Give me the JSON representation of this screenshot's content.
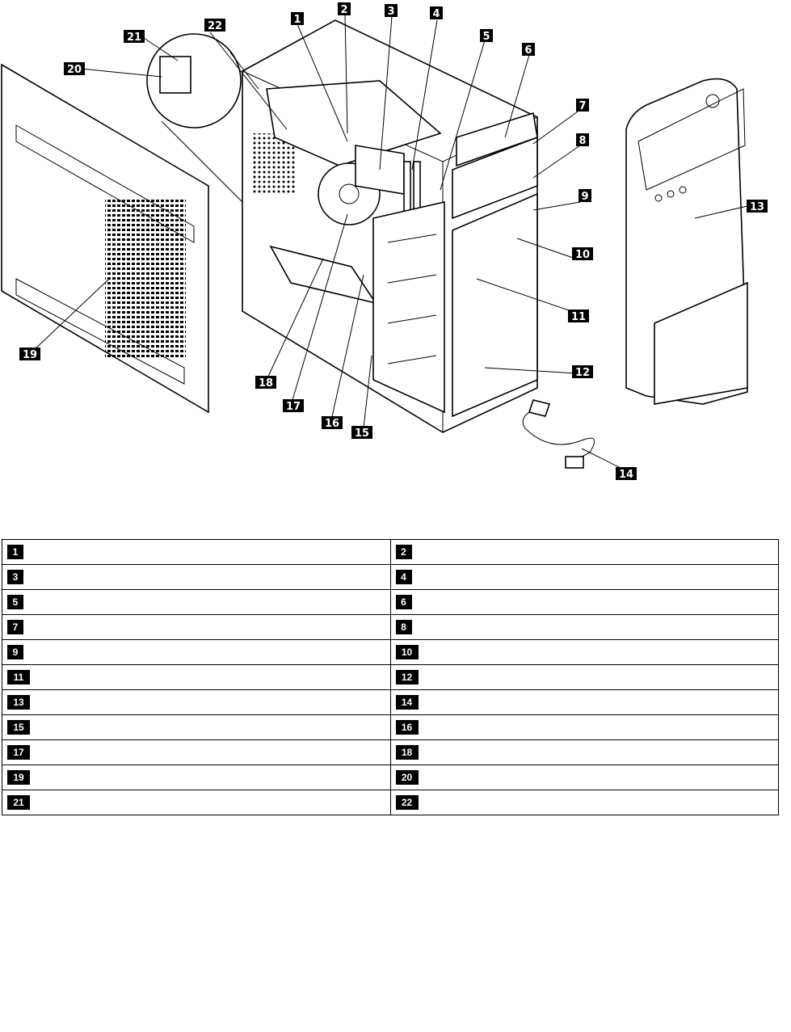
{
  "callouts": [
    {
      "id": "1",
      "label": "1"
    },
    {
      "id": "2",
      "label": "2"
    },
    {
      "id": "3",
      "label": "3"
    },
    {
      "id": "4",
      "label": "4"
    },
    {
      "id": "5",
      "label": "5"
    },
    {
      "id": "6",
      "label": "6"
    },
    {
      "id": "7",
      "label": "7"
    },
    {
      "id": "8",
      "label": "8"
    },
    {
      "id": "9",
      "label": "9"
    },
    {
      "id": "10",
      "label": "10"
    },
    {
      "id": "11",
      "label": "11"
    },
    {
      "id": "12",
      "label": "12"
    },
    {
      "id": "13",
      "label": "13"
    },
    {
      "id": "14",
      "label": "14"
    },
    {
      "id": "15",
      "label": "15"
    },
    {
      "id": "16",
      "label": "16"
    },
    {
      "id": "17",
      "label": "17"
    },
    {
      "id": "18",
      "label": "18"
    },
    {
      "id": "19",
      "label": "19"
    },
    {
      "id": "20",
      "label": "20"
    },
    {
      "id": "21",
      "label": "21"
    },
    {
      "id": "22",
      "label": "22"
    }
  ],
  "legend": {
    "rows": [
      {
        "left": {
          "num": "1",
          "text": ""
        },
        "right": {
          "num": "2",
          "text": ""
        }
      },
      {
        "left": {
          "num": "3",
          "text": ""
        },
        "right": {
          "num": "4",
          "text": ""
        }
      },
      {
        "left": {
          "num": "5",
          "text": ""
        },
        "right": {
          "num": "6",
          "text": ""
        }
      },
      {
        "left": {
          "num": "7",
          "text": ""
        },
        "right": {
          "num": "8",
          "text": ""
        }
      },
      {
        "left": {
          "num": "9",
          "text": ""
        },
        "right": {
          "num": "10",
          "text": ""
        }
      },
      {
        "left": {
          "num": "11",
          "text": ""
        },
        "right": {
          "num": "12",
          "text": ""
        }
      },
      {
        "left": {
          "num": "13",
          "text": ""
        },
        "right": {
          "num": "14",
          "text": ""
        }
      },
      {
        "left": {
          "num": "15",
          "text": ""
        },
        "right": {
          "num": "16",
          "text": ""
        }
      },
      {
        "left": {
          "num": "17",
          "text": ""
        },
        "right": {
          "num": "18",
          "text": ""
        }
      },
      {
        "left": {
          "num": "19",
          "text": ""
        },
        "right": {
          "num": "20",
          "text": ""
        }
      },
      {
        "left": {
          "num": "21",
          "text": ""
        },
        "right": {
          "num": "22",
          "text": ""
        }
      }
    ]
  }
}
